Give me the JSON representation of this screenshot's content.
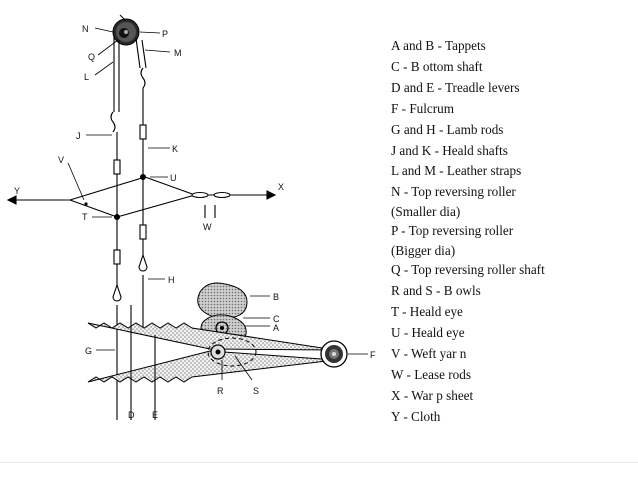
{
  "diagram": {
    "labels": {
      "N": "N",
      "P": "P",
      "Q": "Q",
      "M": "M",
      "L": "L",
      "J": "J",
      "K": "K",
      "V": "V",
      "U": "U",
      "Y": "Y",
      "X": "X",
      "T": "T",
      "W": "W",
      "H": "H",
      "B": "B",
      "C": "C",
      "A": "A",
      "G": "G",
      "F": "F",
      "R": "R",
      "S": "S",
      "D": "D",
      "E": "E"
    }
  },
  "legend": {
    "items": [
      "A and B - Tappets",
      "C - B ottom shaft",
      "D and E - Treadle levers",
      "F - Fulcrum",
      "G and H - Lamb rods",
      "J and K - Heald shafts",
      "L and M - Leather straps",
      "N - Top reversing roller",
      "(Smaller dia)",
      "P - Top reversing roller",
      "(Bigger dia)",
      "Q - Top reversing roller shaft",
      "R and S - B owls",
      "T - Heald eye",
      "U - Heald eye",
      "V - Weft yar n",
      "W - Lease rods",
      "X - War p sheet",
      "Y - Cloth"
    ]
  }
}
